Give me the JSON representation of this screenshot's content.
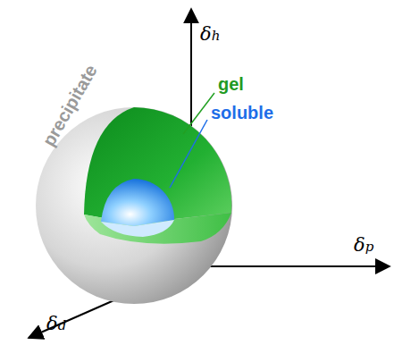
{
  "diagram": {
    "labels": [
      "δh",
      "gel",
      "soluble",
      "precipitate",
      "δp",
      "δd"
    ]
  }
}
